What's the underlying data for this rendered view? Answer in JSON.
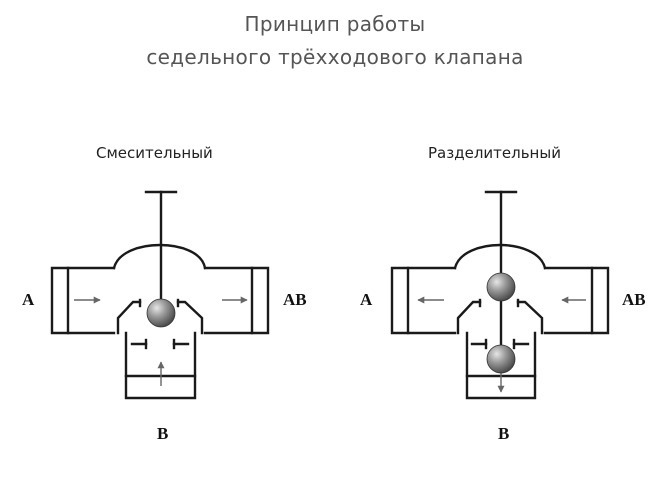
{
  "title": {
    "line1": "Принцип работы",
    "line2": "седельного трёхходового клапана"
  },
  "diagrams": [
    {
      "id": "mixing",
      "label": "Смесительный",
      "ports": {
        "left": "A",
        "right": "AB",
        "bottom": "B"
      },
      "ball_count": 1
    },
    {
      "id": "diverting",
      "label": "Разделительный",
      "ports": {
        "left": "A",
        "right": "AB",
        "bottom": "B"
      },
      "ball_count": 2
    }
  ]
}
